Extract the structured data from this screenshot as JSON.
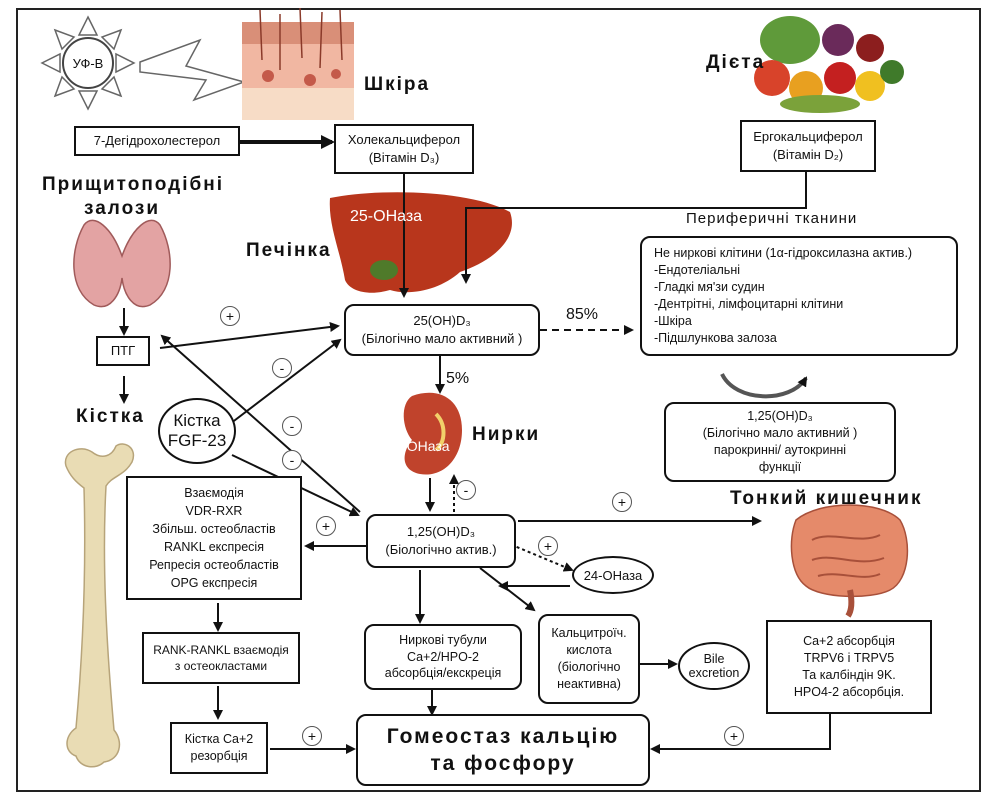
{
  "sun": {
    "label": "УФ-В"
  },
  "labels": {
    "skin": "Шкіра",
    "diet": "Дієта",
    "parathyroid": [
      "Прищитоподібні",
      "залози"
    ],
    "liver": "Печінка",
    "liver_enzyme": "25-ОНаза",
    "bone": "Кістка",
    "kidneys": "Нирки",
    "kidney_enzyme": "α-ОНаза",
    "peripheral": "Периферичні тканини",
    "intestine": "Тонкий кишечник",
    "pct_85": "85%",
    "pct_5": "5%"
  },
  "boxes": {
    "dehydro": [
      "7-Дегідрохолестерол"
    ],
    "cholecalciferol": [
      "Холекальциферол",
      "(Вітамін D₃)"
    ],
    "ergocalciferol": [
      "Ергокальциферол",
      "(Вітамін D₂)"
    ],
    "ptg": [
      "ПТГ"
    ],
    "hydroxy25": [
      "25(OH)D₃",
      "(Білогічно мало активний )"
    ],
    "nonrenal": [
      "Не ниркові клітини (1α-гідроксилазна актив.)",
      "-Ендотеліальні",
      "-Гладкі мя'зи судин",
      "-Дентрітні, лімфоцитарні клітини",
      "-Шкіра",
      "-Підшлункова залоза"
    ],
    "peripheral_d3": [
      "1,25(OH)D₃",
      "(Білогічно мало активний )",
      "парокринні/ аутокринні",
      "функції"
    ],
    "bone_fgf": [
      "Кістка",
      "FGF-23"
    ],
    "vdr": [
      "Взаємодія",
      "VDR-RXR",
      "Збільш. остеобластів",
      "RANKL експресія",
      "Репресія остеобластів",
      "OPG експресія"
    ],
    "active_d3": [
      "1,25(OH)D₃",
      "(Біологічно актив.)"
    ],
    "oh24": [
      "24-ОНаза"
    ],
    "rank": [
      "RANK-RANKL взаємодія",
      "з остеокластами"
    ],
    "tubules": [
      "Ниркові тубули",
      "Ca+2/HPO-2",
      "абсорбція/екскреція"
    ],
    "calcitroic": [
      "Кальцитроїч.",
      "кислота",
      "(біологічно",
      "неактивна)"
    ],
    "bile": [
      "Bile",
      "excretion"
    ],
    "intestine_abs": [
      "Ca+2 абсорбція",
      "TRPV6 і TRPV5",
      "Та калбіндін 9K.",
      "HPO4-2 абсорбція."
    ],
    "bone_resorb": [
      "Кістка Ca+2",
      "резорбція"
    ],
    "homeostasis": [
      "Гомеостаз кальцію",
      "та фосфору"
    ]
  },
  "signs": {
    "plus": "+",
    "minus": "-"
  },
  "icons": [
    "sun-icon",
    "lightning-icon",
    "skin-icon",
    "vegetables-icon",
    "thyroid-icon",
    "liver-icon",
    "kidney-icon",
    "femur-icon",
    "intestine-icon",
    "cycle-arrow-icon"
  ],
  "colors": {
    "liver": "#b8361c",
    "kidney": "#c0432c",
    "skin": "#e9a48a",
    "thyroid": "#d98c8c",
    "bone": "#e9dcb4",
    "intestine": "#e58a6a"
  }
}
